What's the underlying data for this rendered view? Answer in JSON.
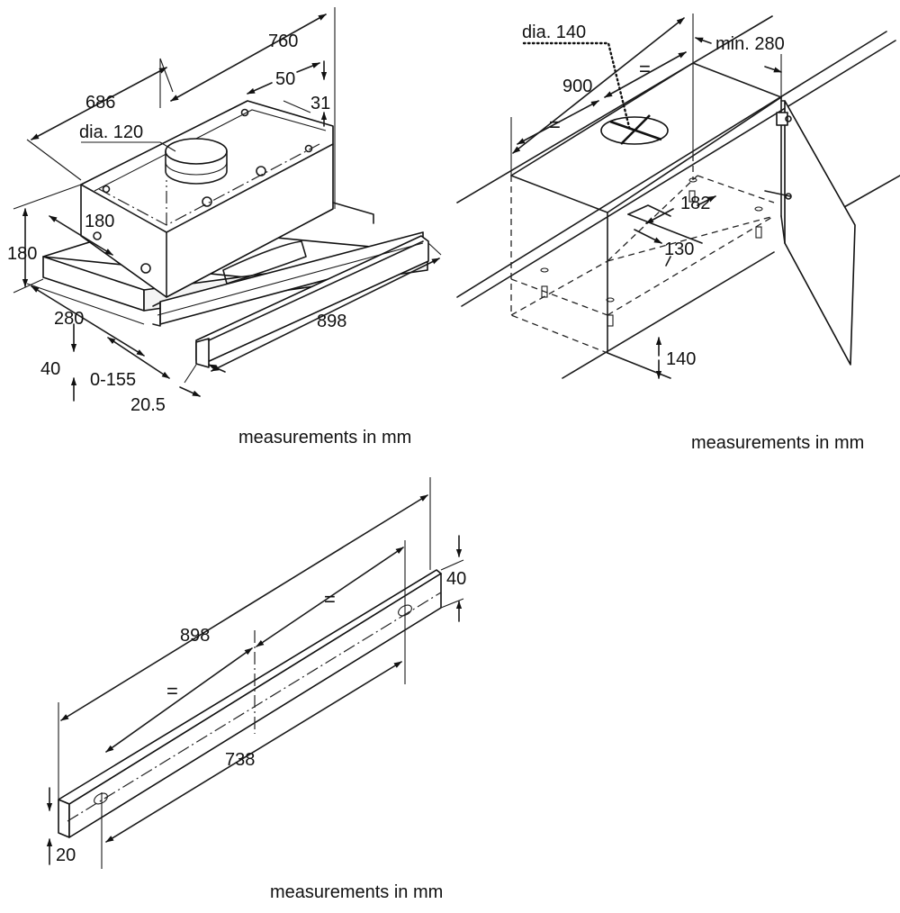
{
  "figure1": {
    "labels": {
      "d760": "760",
      "d686": "686",
      "d50": "50",
      "d31": "31",
      "dia120": "dia. 120",
      "d180a": "180",
      "d180b": "180",
      "d280": "280",
      "d40": "40",
      "d0155": "0-155",
      "d205": "20.5",
      "d898": "898"
    },
    "caption": "measurements in mm"
  },
  "figure2": {
    "labels": {
      "dia140": "dia. 140",
      "min280": "min. 280",
      "d900": "900",
      "eq1": "=",
      "eq2": "=",
      "d182": "182",
      "d130": "130",
      "d140": "140"
    },
    "caption": "measurements in mm"
  },
  "figure3": {
    "labels": {
      "d898": "898",
      "eq1": "=",
      "eq2": "=",
      "d40": "40",
      "d738": "738",
      "d20": "20"
    },
    "caption": "measurements in mm"
  }
}
